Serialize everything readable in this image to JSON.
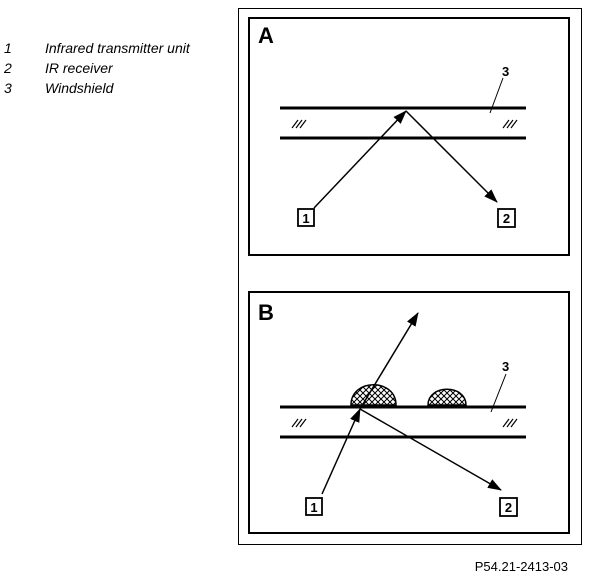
{
  "legend": [
    {
      "num": "1",
      "text": "Infrared transmitter unit"
    },
    {
      "num": "2",
      "text": "IR receiver"
    },
    {
      "num": "3",
      "text": "Windshield"
    }
  ],
  "panels": {
    "a": {
      "letter": "A",
      "windshield_label": "3",
      "transmitter_label": "1",
      "receiver_label": "2"
    },
    "b": {
      "letter": "B",
      "windshield_label": "3",
      "transmitter_label": "1",
      "receiver_label": "2"
    }
  },
  "figure_code": "P54.21-2413-03"
}
